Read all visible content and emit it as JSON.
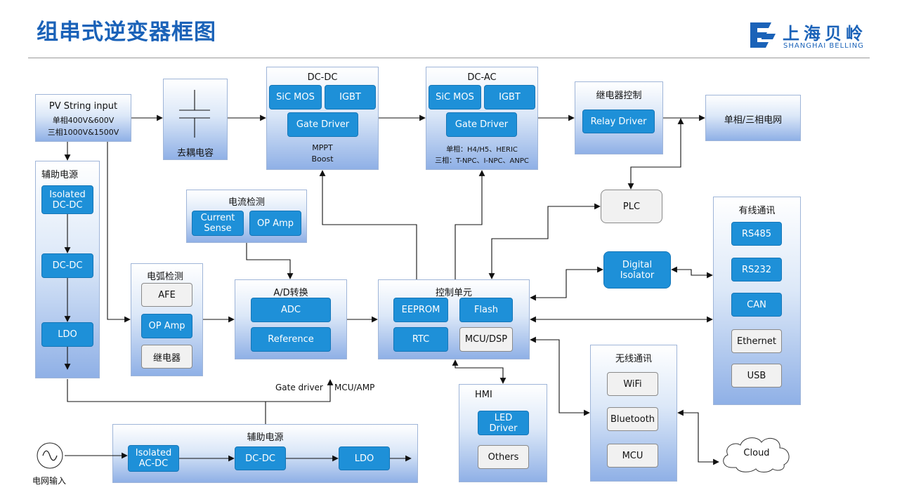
{
  "page": {
    "title": "组串式逆变器框图"
  },
  "logo": {
    "name_cn": "上海贝岭",
    "name_en": "SHANGHAI BELLING"
  },
  "pv": {
    "title": "PV String input",
    "line1": "单相400V&600V",
    "line2": "三相1000V&1500V"
  },
  "decap": {
    "label": "去耦电容"
  },
  "dcdc": {
    "title": "DC-DC",
    "sic": "SiC MOS",
    "igbt": "IGBT",
    "gate": "Gate Driver",
    "note1": "MPPT",
    "note2": "Boost"
  },
  "dcac": {
    "title": "DC-AC",
    "sic": "SiC MOS",
    "igbt": "IGBT",
    "gate": "Gate Driver",
    "note1": "单相：H4/H5、HERIC",
    "note2": "三相：T-NPC、I-NPC、ANPC"
  },
  "relay_ctrl": {
    "title": "继电器控制",
    "driver": "Relay Driver"
  },
  "grid": {
    "label": "单相/三相电网"
  },
  "aux1": {
    "title": "辅助电源",
    "iso": "Isolated DC-DC",
    "dcdc": "DC-DC",
    "ldo": "LDO"
  },
  "current": {
    "title": "电流检测",
    "sense": "Current Sense",
    "opamp": "OP Amp"
  },
  "arc": {
    "title": "电弧检测",
    "afe": "AFE",
    "opamp": "OP Amp",
    "relay": "继电器"
  },
  "adc": {
    "title": "A/D转换",
    "adc": "ADC",
    "ref": "Reference"
  },
  "ctrl": {
    "title": "控制单元",
    "eeprom": "EEPROM",
    "flash": "Flash",
    "rtc": "RTC",
    "mcu": "MCU/DSP"
  },
  "plc": {
    "label": "PLC"
  },
  "iso": {
    "label": "Digital Isolator"
  },
  "wired": {
    "title": "有线通讯",
    "rs485": "RS485",
    "rs232": "RS232",
    "can": "CAN",
    "eth": "Ethernet",
    "usb": "USB"
  },
  "wireless": {
    "title": "无线通讯",
    "wifi": "WiFi",
    "bt": "Bluetooth",
    "mcu": "MCU"
  },
  "hmi": {
    "title": "HMI",
    "led": "LED Driver",
    "others": "Others"
  },
  "aux2": {
    "title": "辅助电源",
    "iso": "Isolated AC-DC",
    "dcdc": "DC-DC",
    "ldo": "LDO"
  },
  "labels": {
    "gate": "Gate driver",
    "mcuamp": "MCU/AMP",
    "mains": "电网输入"
  },
  "cloud": {
    "label": "Cloud"
  },
  "colors": {
    "title": "#1a62b8",
    "block": "#1e90d8",
    "group_bottom": "#8fb0e6"
  }
}
